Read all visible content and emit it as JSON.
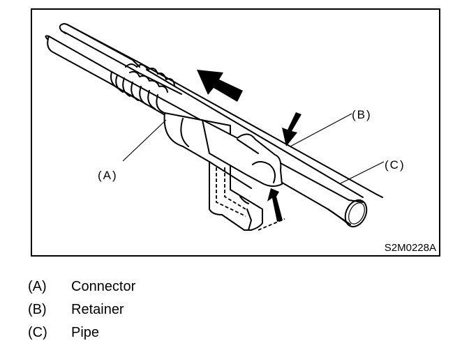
{
  "figure": {
    "figure_id": "S2M0228A",
    "callouts": {
      "a": "(A)",
      "b": "(B)",
      "c": "(C)"
    }
  },
  "legend": [
    {
      "key": "(A)",
      "label": "Connector"
    },
    {
      "key": "(B)",
      "label": "Retainer"
    },
    {
      "key": "(C)",
      "label": "Pipe"
    }
  ]
}
